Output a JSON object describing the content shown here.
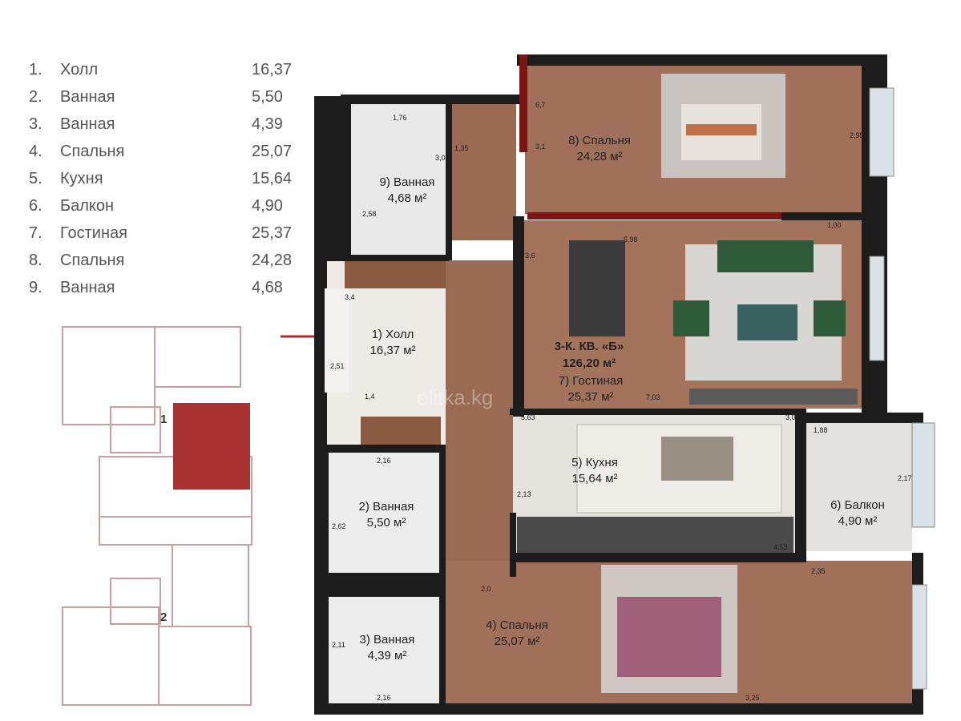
{
  "legend": [
    {
      "num": "1.",
      "name": "Холл",
      "area": "16,37"
    },
    {
      "num": "2.",
      "name": "Ванная",
      "area": "5,50"
    },
    {
      "num": "3.",
      "name": "Ванная",
      "area": "4,39"
    },
    {
      "num": "4.",
      "name": "Спальня",
      "area": "25,07"
    },
    {
      "num": "5.",
      "name": "Кухня",
      "area": "15,64"
    },
    {
      "num": "6.",
      "name": "Балкон",
      "area": "4,90"
    },
    {
      "num": "7.",
      "name": "Гостиная",
      "area": "25,37"
    },
    {
      "num": "8.",
      "name": "Спальня",
      "area": "24,28"
    },
    {
      "num": "9.",
      "name": "Ванная",
      "area": "4,68"
    }
  ],
  "keyplan": {
    "section_1": "1",
    "section_2": "2",
    "highlight_color": "#a83232"
  },
  "apartment": {
    "type": "3-К. КВ. «Б»",
    "total_area": "126,20 м²"
  },
  "watermark": "elitka.kg",
  "rooms": {
    "r1": {
      "name": "1) Холл",
      "area": "16,37 м²"
    },
    "r2": {
      "name": "2) Ванная",
      "area": "5,50 м²"
    },
    "r3": {
      "name": "3) Ванная",
      "area": "4,39 м²"
    },
    "r4": {
      "name": "4) Спальня",
      "area": "25,07 м²"
    },
    "r5": {
      "name": "5) Кухня",
      "area": "15,64 м²"
    },
    "r6": {
      "name": "6) Балкон",
      "area": "4,90 м²"
    },
    "r7": {
      "name": "7) Гостиная",
      "area": "25,37 м²"
    },
    "r8": {
      "name": "8) Спальня",
      "area": "24,28 м²"
    },
    "r9": {
      "name": "9) Ванная",
      "area": "4,68 м²"
    }
  },
  "dims": {
    "d1": "1,76",
    "d2": "3,0",
    "d3": "1,35",
    "d4": "2,58",
    "d5": "6,7",
    "d6": "3,1",
    "d7": "2,95",
    "d8": "5,98",
    "d9": "1,00",
    "d10": "3,4",
    "d11": "2,51",
    "d12": "1,4",
    "d13": "7,03",
    "d14": "5,63",
    "d15": "3,0",
    "d16": "1,88",
    "d17": "2,17",
    "d18": "2,16",
    "d19": "2,13",
    "d20": "2,62",
    "d21": "4,53",
    "d22": "2,35",
    "d23": "2,11",
    "d24": "2,16",
    "d25": "3,25",
    "d26": "2,0",
    "d27": "3,6"
  }
}
